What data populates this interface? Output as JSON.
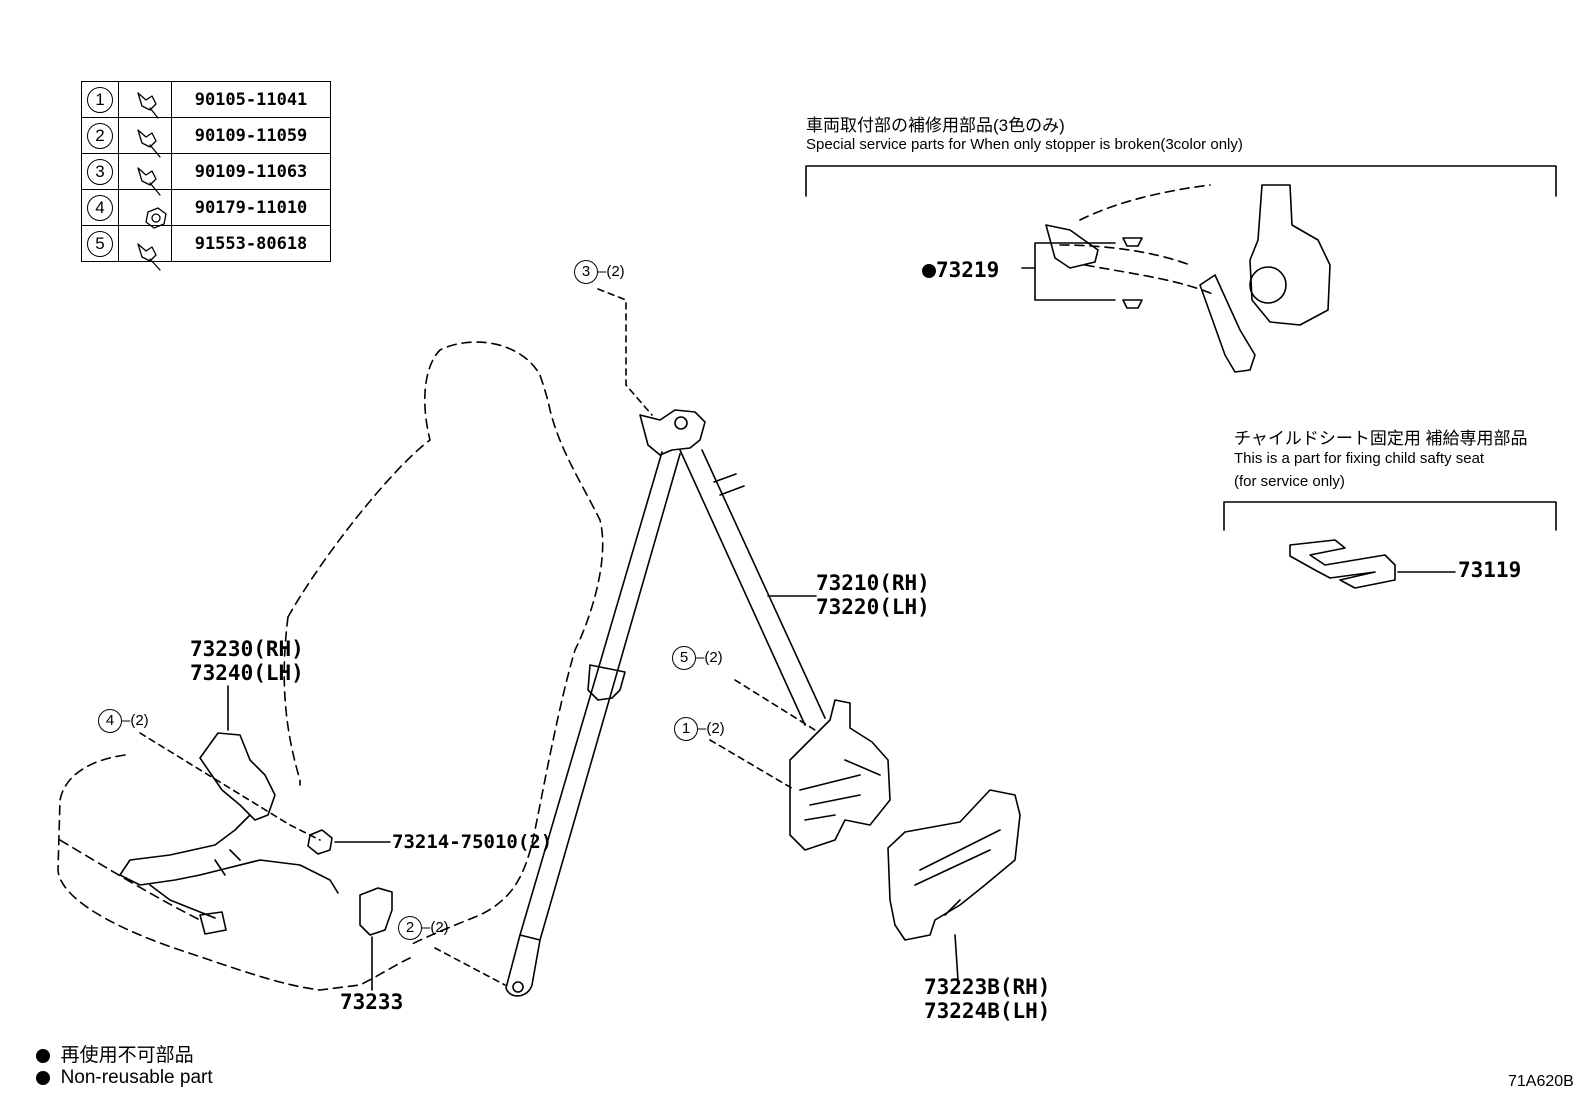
{
  "fastener_table": [
    {
      "num": "1",
      "part": "90105-11041",
      "icon": "bolt-icon"
    },
    {
      "num": "2",
      "part": "90109-11059",
      "icon": "bolt-icon"
    },
    {
      "num": "3",
      "part": "90109-11063",
      "icon": "bolt-icon"
    },
    {
      "num": "4",
      "part": "90179-11010",
      "icon": "nut-icon"
    },
    {
      "num": "5",
      "part": "91553-80618",
      "icon": "bolt-icon"
    }
  ],
  "service_note": {
    "jp": "車両取付部の補修用部品(3色のみ)",
    "en": "Special service parts for When only stopper is broken(3color only)",
    "part": "73219"
  },
  "child_seat_note": {
    "jp": "チャイルドシート固定用 補給専用部品",
    "en1": "This is a part for fixing child safty seat",
    "en2": "(for service only)",
    "part": "73119"
  },
  "callouts": {
    "c3": {
      "num": "3",
      "qty": "(2)"
    },
    "c5": {
      "num": "5",
      "qty": "(2)"
    },
    "c1": {
      "num": "1",
      "qty": "(2)"
    },
    "c4": {
      "num": "4",
      "qty": "(2)"
    },
    "c2": {
      "num": "2",
      "qty": "(2)"
    }
  },
  "parts": {
    "belt_rh": "73210(RH)",
    "belt_lh": "73220(LH)",
    "buckle_rh": "73230(RH)",
    "buckle_lh": "73240(LH)",
    "nut": "73214-75010(2)",
    "cover": "73233",
    "retractor_cover_rh": "73223B(RH)",
    "retractor_cover_lh": "73224B(LH)"
  },
  "legend": {
    "jp": "再使用不可部品",
    "en": "Non-reusable part"
  },
  "diagram_code": "71A620B"
}
